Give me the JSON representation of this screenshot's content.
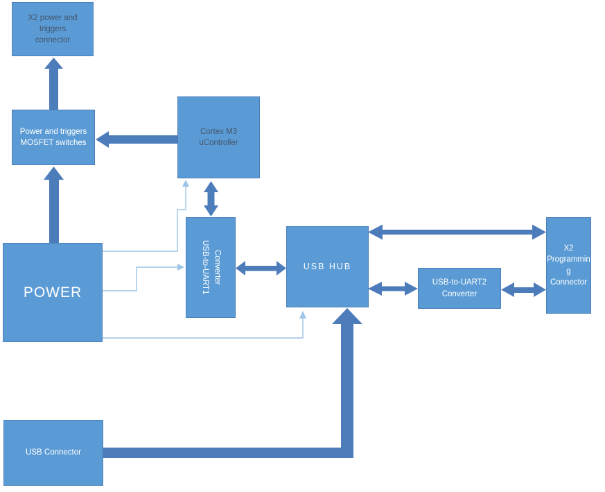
{
  "diagram": {
    "colors": {
      "box_fill": "#5b9bd5",
      "box_border": "#4a7ebb",
      "thick_arrow": "#4d7cba",
      "thin_line": "#9dc3e6",
      "text_light": "#ffffff",
      "text_dark": "#44546a",
      "background": "#ffffff"
    },
    "blocks": {
      "x2_power_triggers_connector": {
        "label": "X2 power and\ntriggers\nconnector"
      },
      "mosfet_switches": {
        "label": "Power and triggers\nMOSFET switches"
      },
      "cortex_m3": {
        "label": "Cortex M3\nuController"
      },
      "power": {
        "label": "POWER"
      },
      "uart1": {
        "label": "USB-to-UART1\nConverter"
      },
      "usb_hub": {
        "label": "USB HUB"
      },
      "uart2": {
        "label": "USB-to-UART2\nConverter"
      },
      "x2_programming_connector": {
        "label": "X2\nProgrammin\ng\nConnector"
      },
      "usb_connector": {
        "label": "USB Connector"
      }
    },
    "connections": [
      {
        "from": "POWER",
        "to": "Power and triggers MOSFET switches",
        "style": "thick",
        "direction": "one-way"
      },
      {
        "from": "Power and triggers MOSFET switches",
        "to": "X2 power and triggers connector",
        "style": "thick",
        "direction": "one-way"
      },
      {
        "from": "Cortex M3 uController",
        "to": "Power and triggers MOSFET switches",
        "style": "thick",
        "direction": "one-way"
      },
      {
        "from": "Cortex M3 uController",
        "to": "USB-to-UART1 Converter",
        "style": "thick",
        "direction": "two-way"
      },
      {
        "from": "USB-to-UART1 Converter",
        "to": "USB HUB",
        "style": "thick",
        "direction": "two-way"
      },
      {
        "from": "USB HUB",
        "to": "X2 Programming Connector",
        "style": "thick",
        "direction": "two-way"
      },
      {
        "from": "USB HUB",
        "to": "USB-to-UART2 Converter",
        "style": "thick",
        "direction": "two-way"
      },
      {
        "from": "USB-to-UART2 Converter",
        "to": "X2 Programming Connector",
        "style": "thick",
        "direction": "two-way"
      },
      {
        "from": "USB Connector",
        "to": "USB HUB",
        "style": "thick",
        "direction": "one-way"
      },
      {
        "from": "POWER",
        "to": "Cortex M3 uController",
        "style": "thin",
        "direction": "one-way"
      },
      {
        "from": "POWER",
        "to": "USB-to-UART1 Converter",
        "style": "thin",
        "direction": "one-way"
      },
      {
        "from": "POWER",
        "to": "USB HUB",
        "style": "thin",
        "direction": "one-way"
      }
    ]
  }
}
